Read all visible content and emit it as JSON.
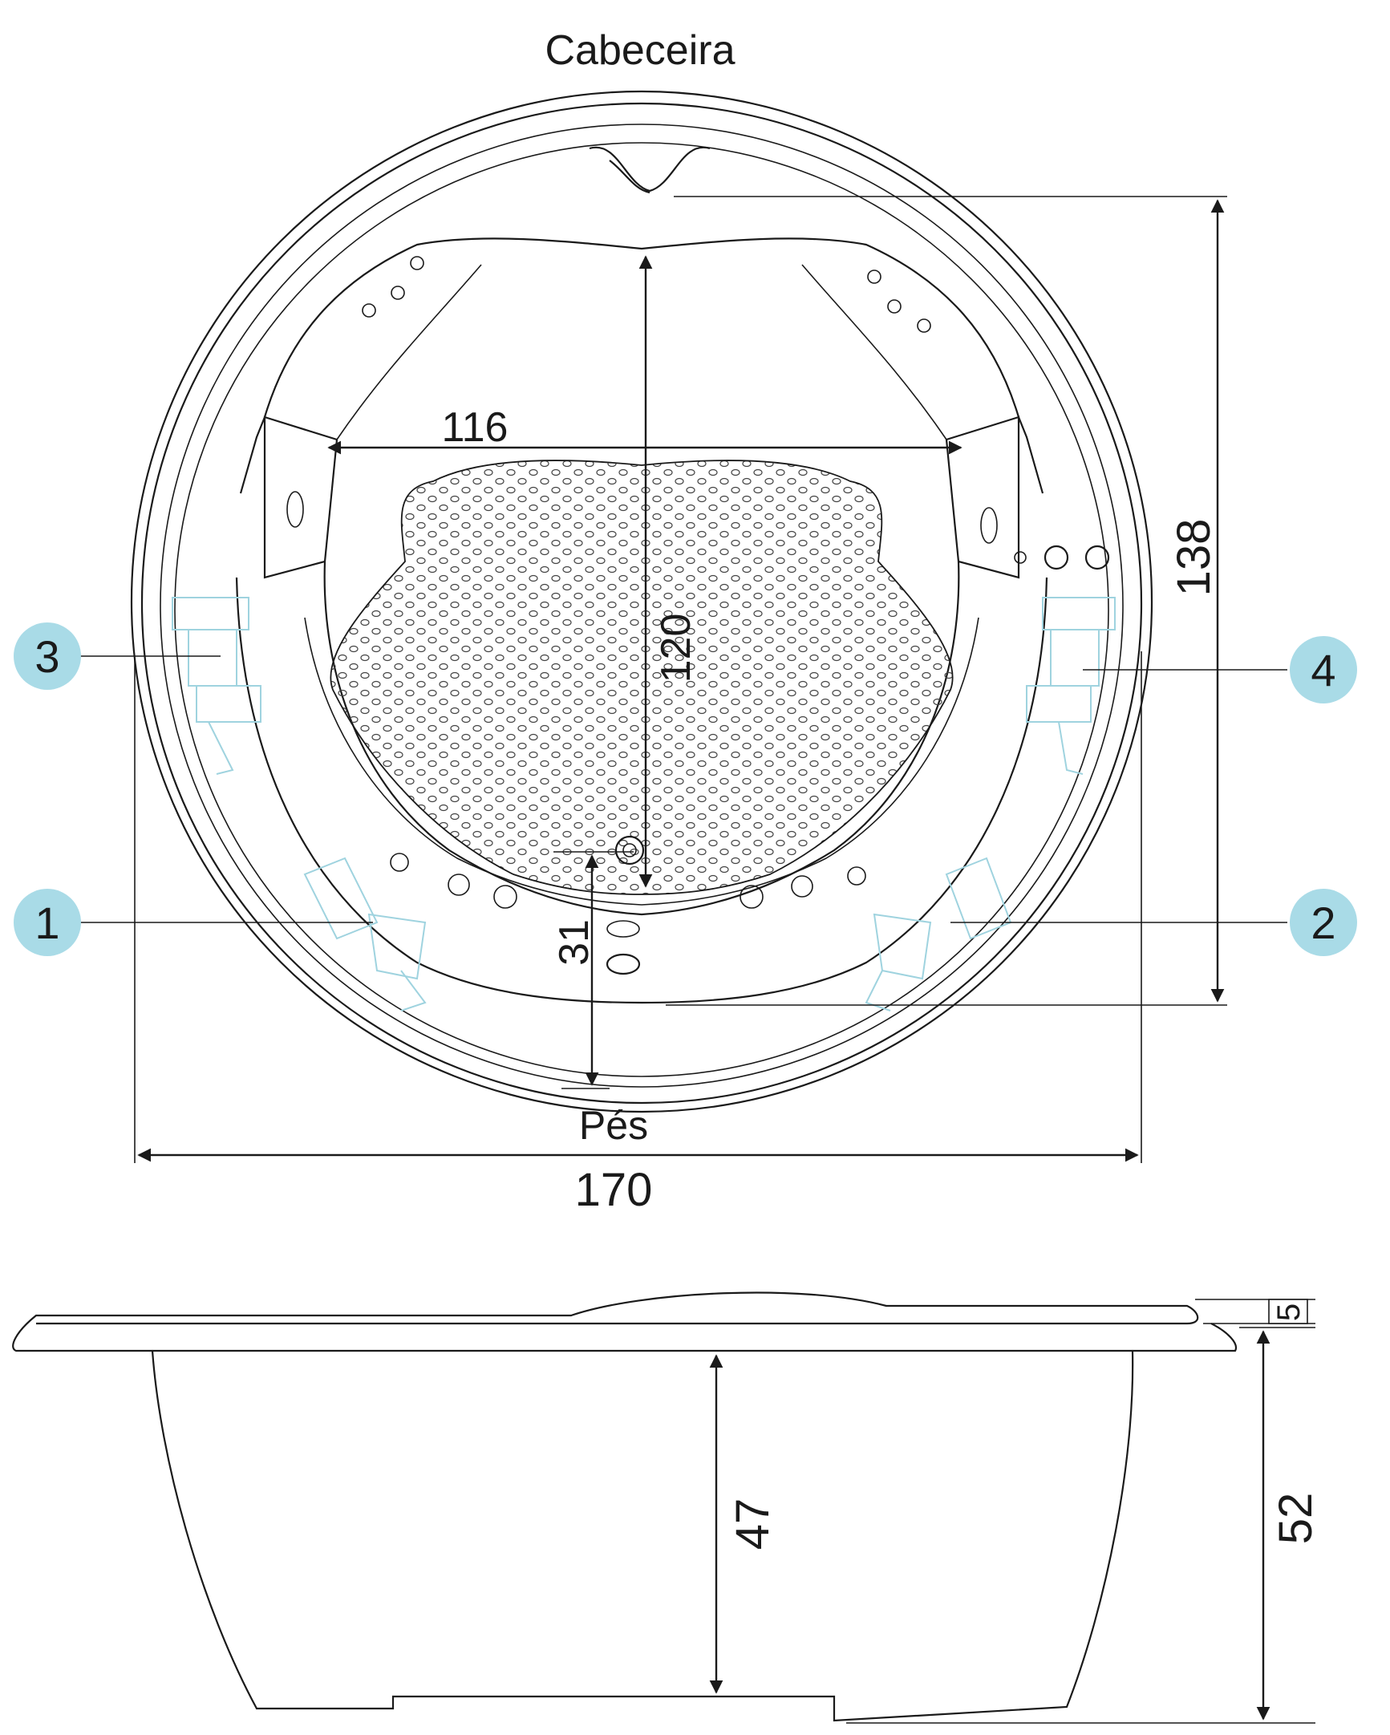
{
  "top_view": {
    "head_label": "Cabeceira",
    "feet_label": "Pés",
    "dims": {
      "outer_width": "170",
      "outer_depth": "138",
      "inner_width": "116",
      "inner_length": "120",
      "seat_offset": "31"
    },
    "callouts": [
      "1",
      "2",
      "3",
      "4"
    ]
  },
  "side_view": {
    "dims": {
      "rim": "5",
      "total_height": "52",
      "inner_depth": "47"
    }
  },
  "colors": {
    "line": "#1a1a1a",
    "callout_badge": "#a9dbe7",
    "pump_outline": "#9fd3df"
  }
}
